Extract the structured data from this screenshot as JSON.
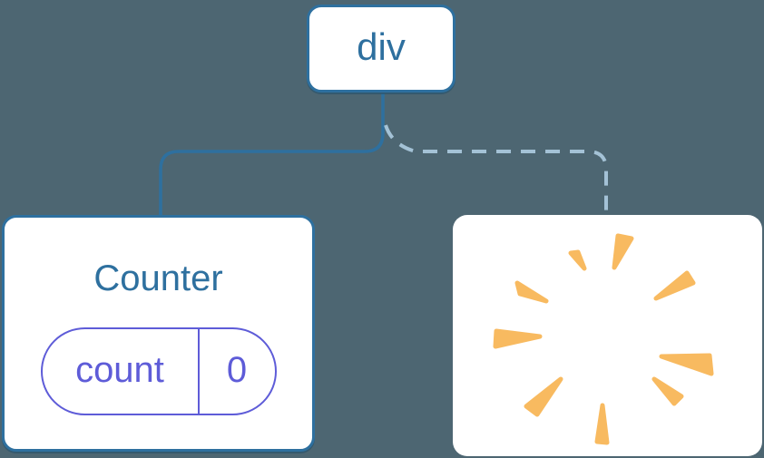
{
  "colors": {
    "canvas-bg": "#4D6672",
    "node-bg": "#FFFFFF",
    "line-blue": "#2E709F",
    "text-blue": "#2E709F",
    "dash-blue": "#A4C2D6",
    "state-purple": "#5E5CD8",
    "burst-orange": "#F8BA60"
  },
  "tree": {
    "root": {
      "label": "div"
    },
    "counter": {
      "title": "Counter",
      "state_pill": {
        "name": "count",
        "value": "0"
      }
    },
    "removed": {
      "icon": "poof-starburst-icon"
    },
    "edges": [
      {
        "from": "div",
        "to": "Counter",
        "style": "solid"
      },
      {
        "from": "div",
        "to": "removed",
        "style": "dashed"
      }
    ]
  }
}
